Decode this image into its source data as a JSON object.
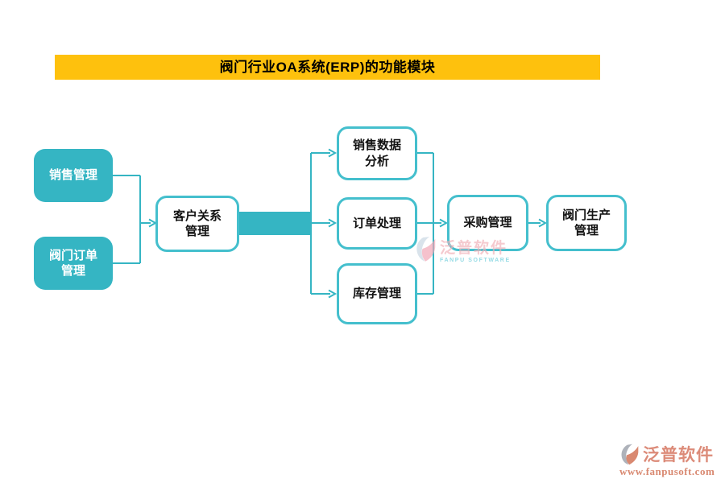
{
  "banner": {
    "title": "阀门行业OA系统(ERP)的功能模块"
  },
  "colors": {
    "banner_bg": "#FEC10D",
    "teal_fill": "#35B5C3",
    "teal_border": "#44BFCD",
    "connector": "#35B5C3",
    "watermark_pink": "#F0B2B9",
    "watermark_teal": "#6ECDDA",
    "corner_coral": "#DC8B79"
  },
  "diagram": {
    "nodes": [
      {
        "id": "sales",
        "variant": "filled",
        "label": "销售管理",
        "lines": [
          "销售管理"
        ]
      },
      {
        "id": "valve_order",
        "variant": "filled",
        "label": "阀门订单管理",
        "lines": [
          "阀门订单",
          "管理"
        ]
      },
      {
        "id": "crm",
        "variant": "outline",
        "label": "客户关系管理",
        "lines": [
          "客户关系",
          "管理"
        ]
      },
      {
        "id": "sales_data",
        "variant": "outline",
        "label": "销售数据分析",
        "lines": [
          "销售数据",
          "分析"
        ]
      },
      {
        "id": "order",
        "variant": "outline",
        "label": "订单处理",
        "lines": [
          "订单处理"
        ]
      },
      {
        "id": "inventory",
        "variant": "outline",
        "label": "库存管理",
        "lines": [
          "库存管理"
        ]
      },
      {
        "id": "purchase",
        "variant": "outline",
        "label": "采购管理",
        "lines": [
          "采购管理"
        ]
      },
      {
        "id": "production",
        "variant": "outline",
        "label": "阀门生产管理",
        "lines": [
          "阀门生产",
          "管理"
        ]
      }
    ],
    "edges": [
      {
        "from": "sales",
        "to": "crm"
      },
      {
        "from": "valve_order",
        "to": "crm"
      },
      {
        "from": "crm",
        "to": "sales_data"
      },
      {
        "from": "crm",
        "to": "order"
      },
      {
        "from": "crm",
        "to": "inventory"
      },
      {
        "from": "sales_data",
        "to": "purchase"
      },
      {
        "from": "order",
        "to": "purchase"
      },
      {
        "from": "inventory",
        "to": "purchase"
      },
      {
        "from": "purchase",
        "to": "production"
      }
    ]
  },
  "watermark_center": {
    "brand": "泛普软件",
    "subtitle": "FANPU SOFTWARE"
  },
  "watermark_corner": {
    "brand": "泛普软件",
    "website": "www.fanpusoft.com"
  }
}
